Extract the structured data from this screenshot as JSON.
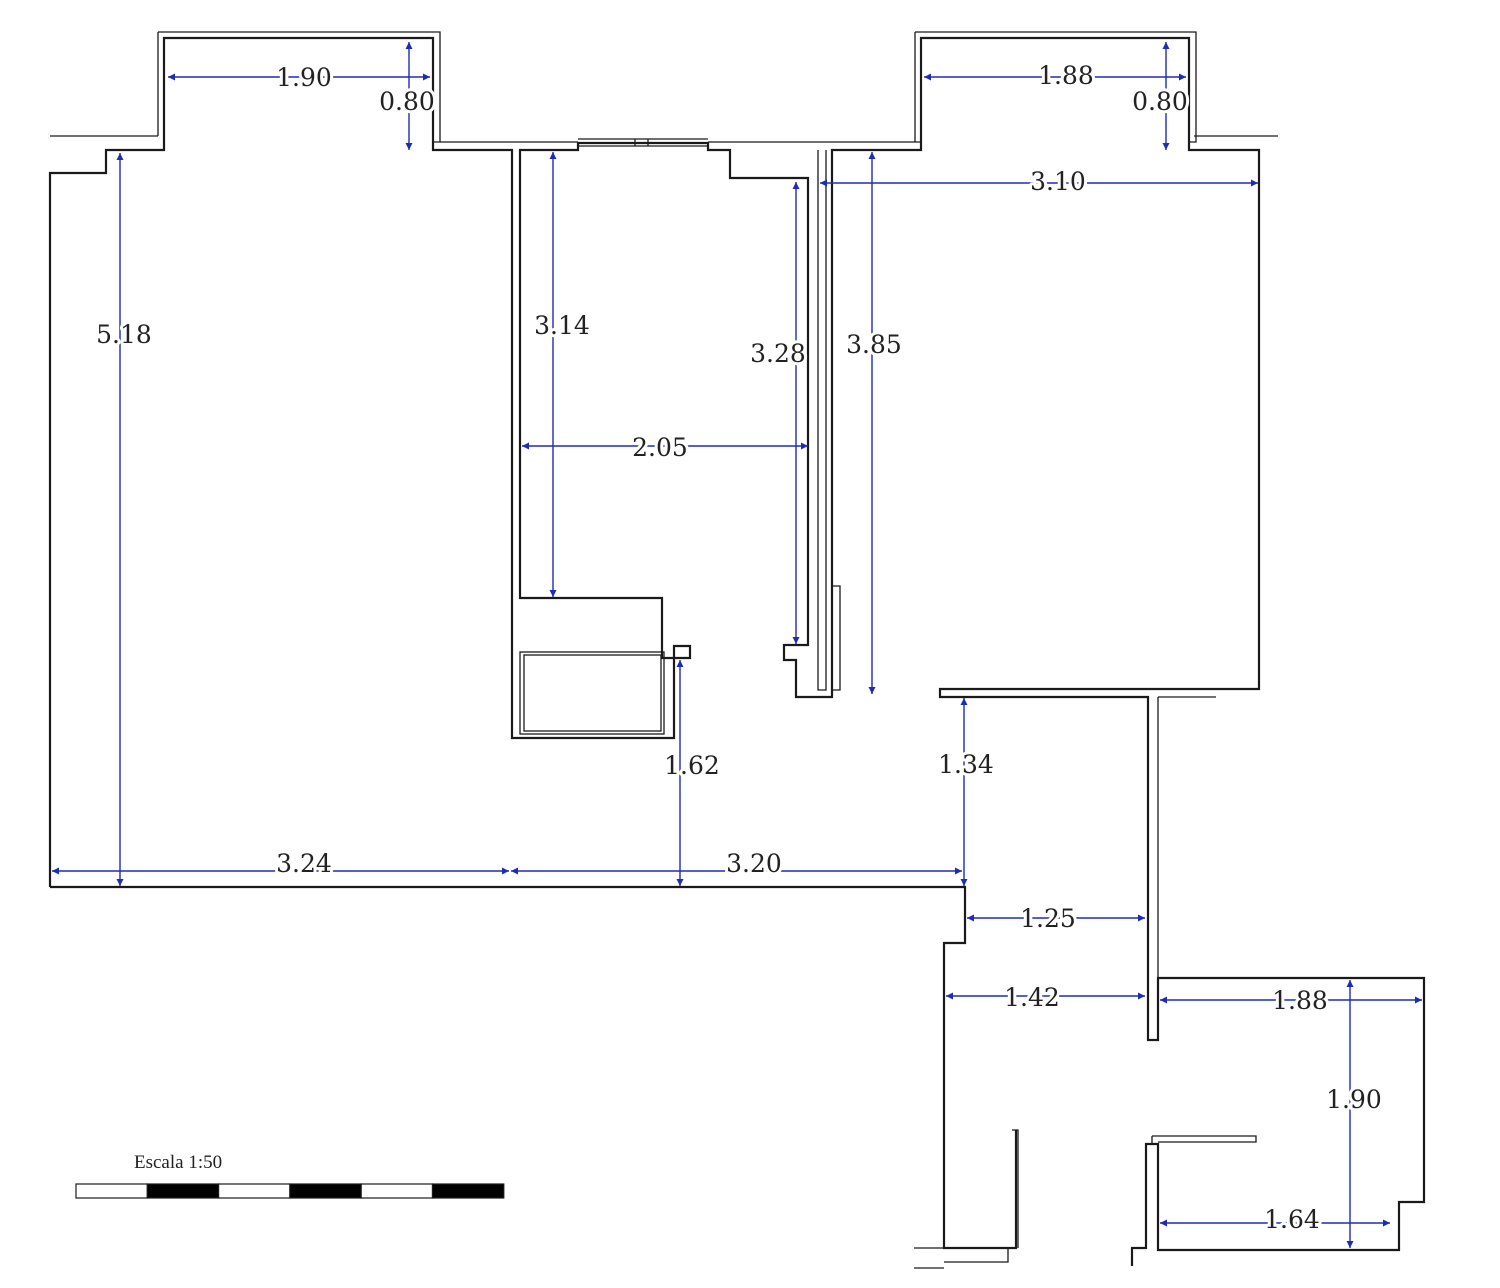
{
  "colors": {
    "walls": "#1a1a1a",
    "dimensions": "#1f2bb5",
    "background": "#ffffff"
  },
  "dimensions": [
    {
      "id": "dim-balcony-left-width",
      "label": "1.90"
    },
    {
      "id": "dim-balcony-left-depth",
      "label": "0.80"
    },
    {
      "id": "dim-balcony-right-width",
      "label": "1.88"
    },
    {
      "id": "dim-balcony-right-depth",
      "label": "0.80"
    },
    {
      "id": "dim-right-room-width",
      "label": "3.10"
    },
    {
      "id": "dim-living-height",
      "label": "5.18"
    },
    {
      "id": "dim-corridor-left-height",
      "label": "3.14"
    },
    {
      "id": "dim-corridor-right-height",
      "label": "3.28"
    },
    {
      "id": "dim-right-room-height",
      "label": "3.85"
    },
    {
      "id": "dim-corridor-width",
      "label": "2.05"
    },
    {
      "id": "dim-passage-1",
      "label": "1.62"
    },
    {
      "id": "dim-passage-2",
      "label": "1.34"
    },
    {
      "id": "dim-bottom-left-width",
      "label": "3.24"
    },
    {
      "id": "dim-bottom-right-width",
      "label": "3.20"
    },
    {
      "id": "dim-hall-upper-width",
      "label": "1.25"
    },
    {
      "id": "dim-hall-lower-width",
      "label": "1.42"
    },
    {
      "id": "dim-bath-width",
      "label": "1.88"
    },
    {
      "id": "dim-bath-height",
      "label": "1.90"
    },
    {
      "id": "dim-bath-inner-width",
      "label": "1.64"
    }
  ],
  "scale_bar": {
    "label": "Escala 1:50",
    "segments": [
      "white",
      "black",
      "white",
      "black",
      "white",
      "black"
    ]
  }
}
